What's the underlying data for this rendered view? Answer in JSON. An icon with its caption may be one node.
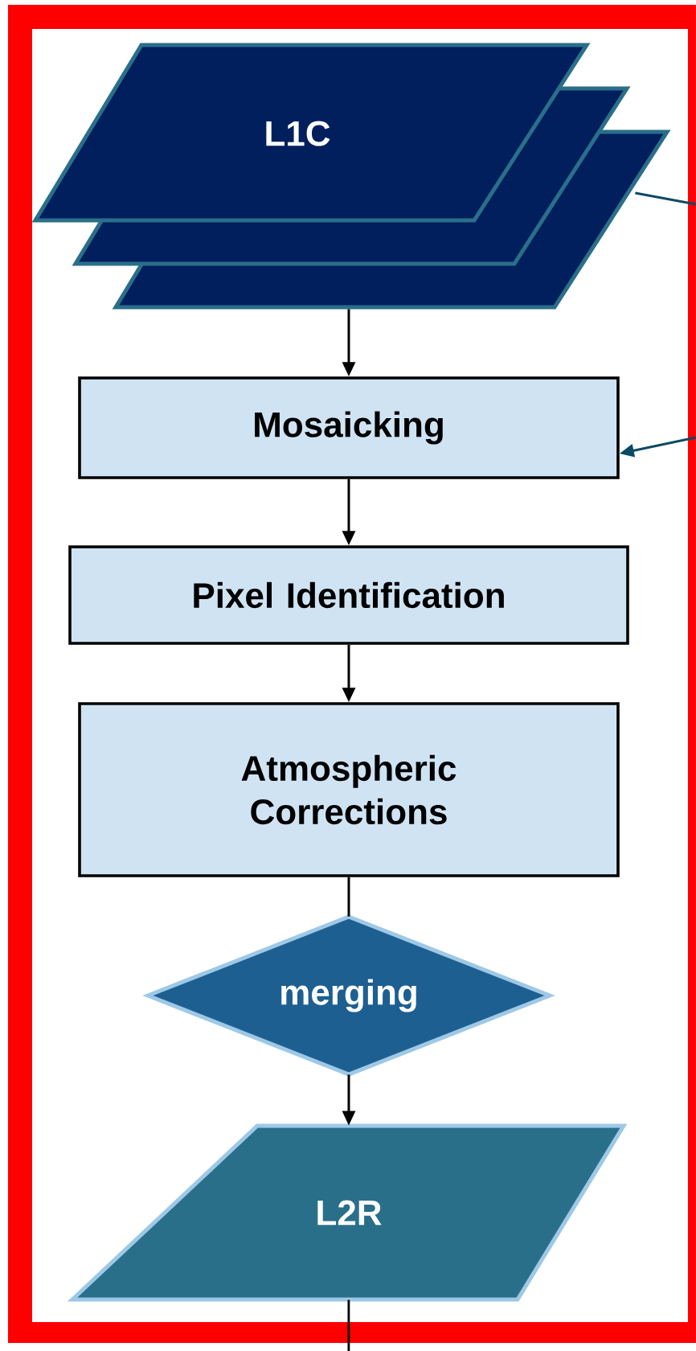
{
  "diagram": {
    "nodes": [
      {
        "text": [
          "L1C"
        ]
      },
      {
        "text": [
          "Mosaicking"
        ]
      },
      {
        "text": [
          "Pixel Identification"
        ]
      },
      {
        "text": [
          "Atmospheric Corrections"
        ]
      },
      {
        "text": [
          "merging"
        ]
      },
      {
        "text": [
          "L2R"
        ]
      }
    ],
    "edges": [
      {
        "from": null,
        "to": 0,
        "arrow": "none",
        "color": "#0b4a63"
      },
      {
        "from": null,
        "to": 1,
        "arrow": "to",
        "color": "#0b4a63"
      },
      {
        "from": 0,
        "to": 1,
        "arrow": "to"
      },
      {
        "from": 1,
        "to": 2,
        "arrow": "to"
      },
      {
        "from": 2,
        "to": 3,
        "arrow": "to"
      },
      {
        "from": 3,
        "to": 4,
        "arrow": "none"
      },
      {
        "from": 4,
        "to": 5,
        "arrow": "to"
      },
      {
        "from": 5,
        "to": null,
        "arrow": "none"
      }
    ]
  }
}
